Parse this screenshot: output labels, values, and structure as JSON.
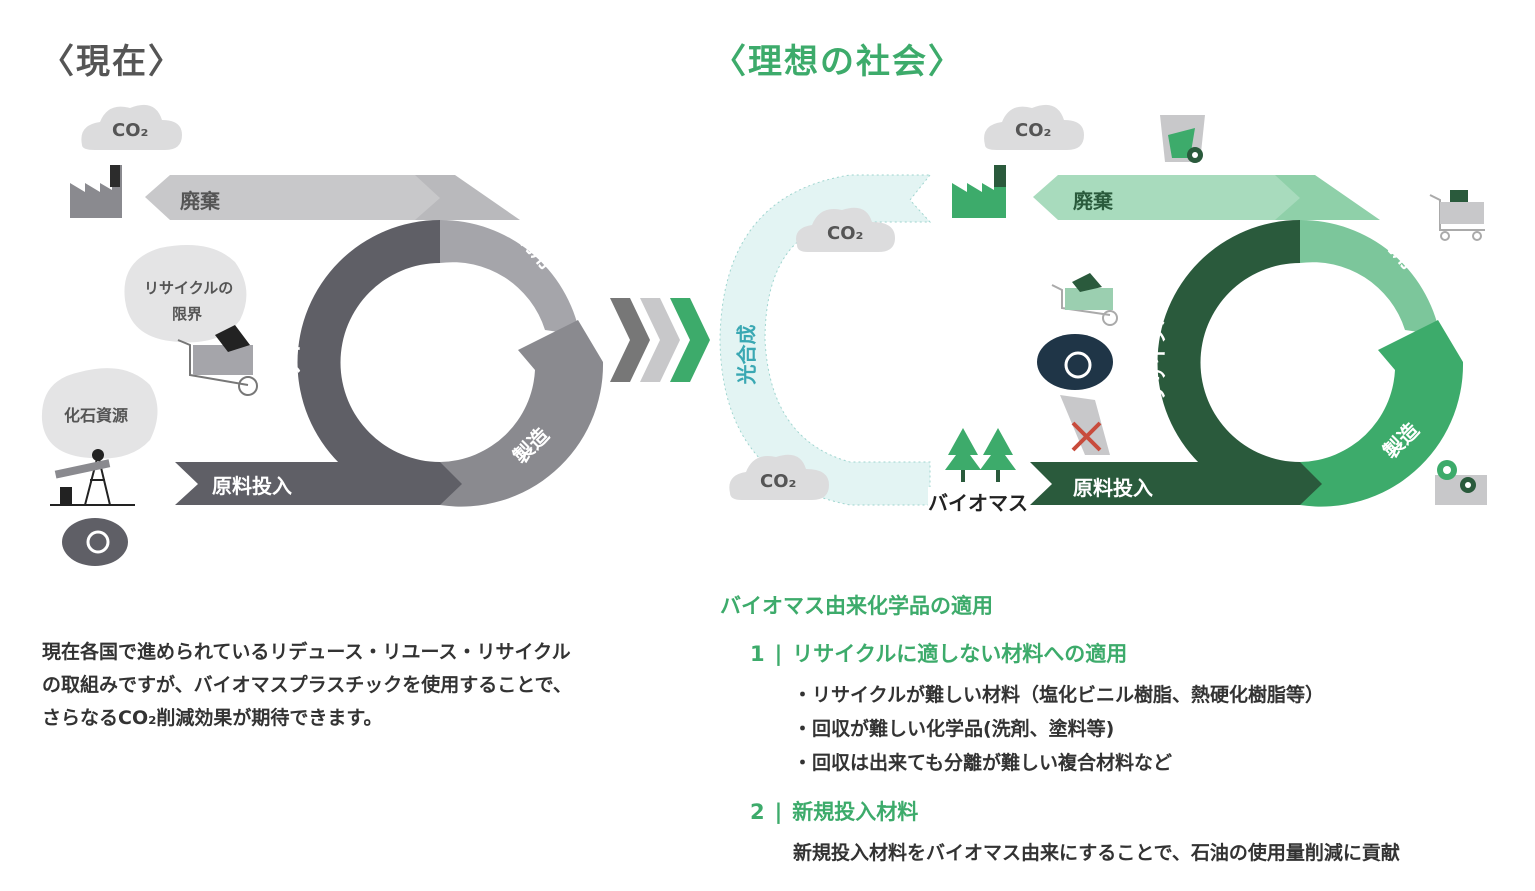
{
  "current": {
    "heading": "〈現在〉",
    "arrows": {
      "waste": "廃棄",
      "use": "利用",
      "recycle": "リサイクル",
      "manufacture": "製造",
      "input": "原料投入"
    },
    "clouds": {
      "co2": "CO₂",
      "recycle_limit_1": "リサイクルの",
      "recycle_limit_2": "限界",
      "fossil": "化石資源"
    },
    "description": [
      "現在各国で進められているリデュース・リユース・リサイクル",
      "の取組みですが、バイオマスプラスチックを使用することで、",
      "さらなるCO₂削減効果が期待できます。"
    ]
  },
  "ideal": {
    "heading": "〈理想の社会〉",
    "arrows": {
      "waste": "廃棄",
      "use": "利用",
      "recycle": "リサイクル",
      "manufacture": "製造",
      "input": "原料投入",
      "photosynthesis": "光合成"
    },
    "clouds": {
      "co2_top": "CO₂",
      "co2_mid": "CO₂",
      "co2_bottom": "CO₂"
    },
    "biomass": "バイオマス"
  },
  "application": {
    "title": "バイオマス由来化学品の適用",
    "items": [
      {
        "num": "1",
        "head": "リサイクルに適しない材料への適用",
        "bullets": [
          "・リサイクルが難しい材料（塩化ビニル樹脂、熱硬化樹脂等）",
          "・回収が難しい化学品(洗剤、塗料等)",
          "・回収は出来ても分離が難しい複合材料など"
        ]
      },
      {
        "num": "2",
        "head": "新規投入材料",
        "bullets": [
          "新規投入材料をバイオマス由来にすることで、石油の使用量削減に貢献"
        ]
      }
    ]
  },
  "colors": {
    "gray_dark": "#5f5f66",
    "gray_mid": "#8a8a8f",
    "gray_light": "#c8c8ca",
    "green_dark": "#2a5a3c",
    "green": "#3dab6b",
    "green_light": "#8fd0a9",
    "green_pale": "#e3f4f3",
    "teal_text": "#3aa8b3"
  }
}
